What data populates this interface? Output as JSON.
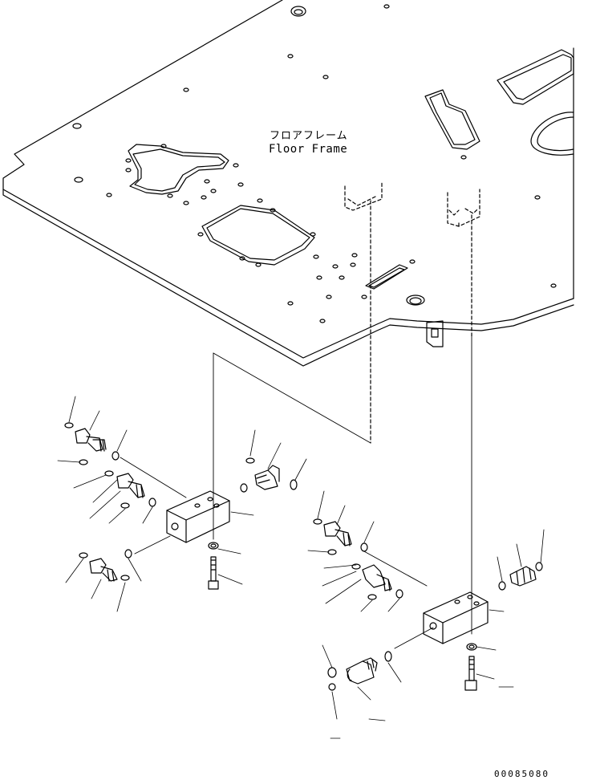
{
  "floor_frame": {
    "label_jp": "フロアフレーム",
    "label_en": "Floor Frame"
  },
  "drawing_code": "00085080",
  "line_color": "#000000",
  "background_color": "#ffffff"
}
